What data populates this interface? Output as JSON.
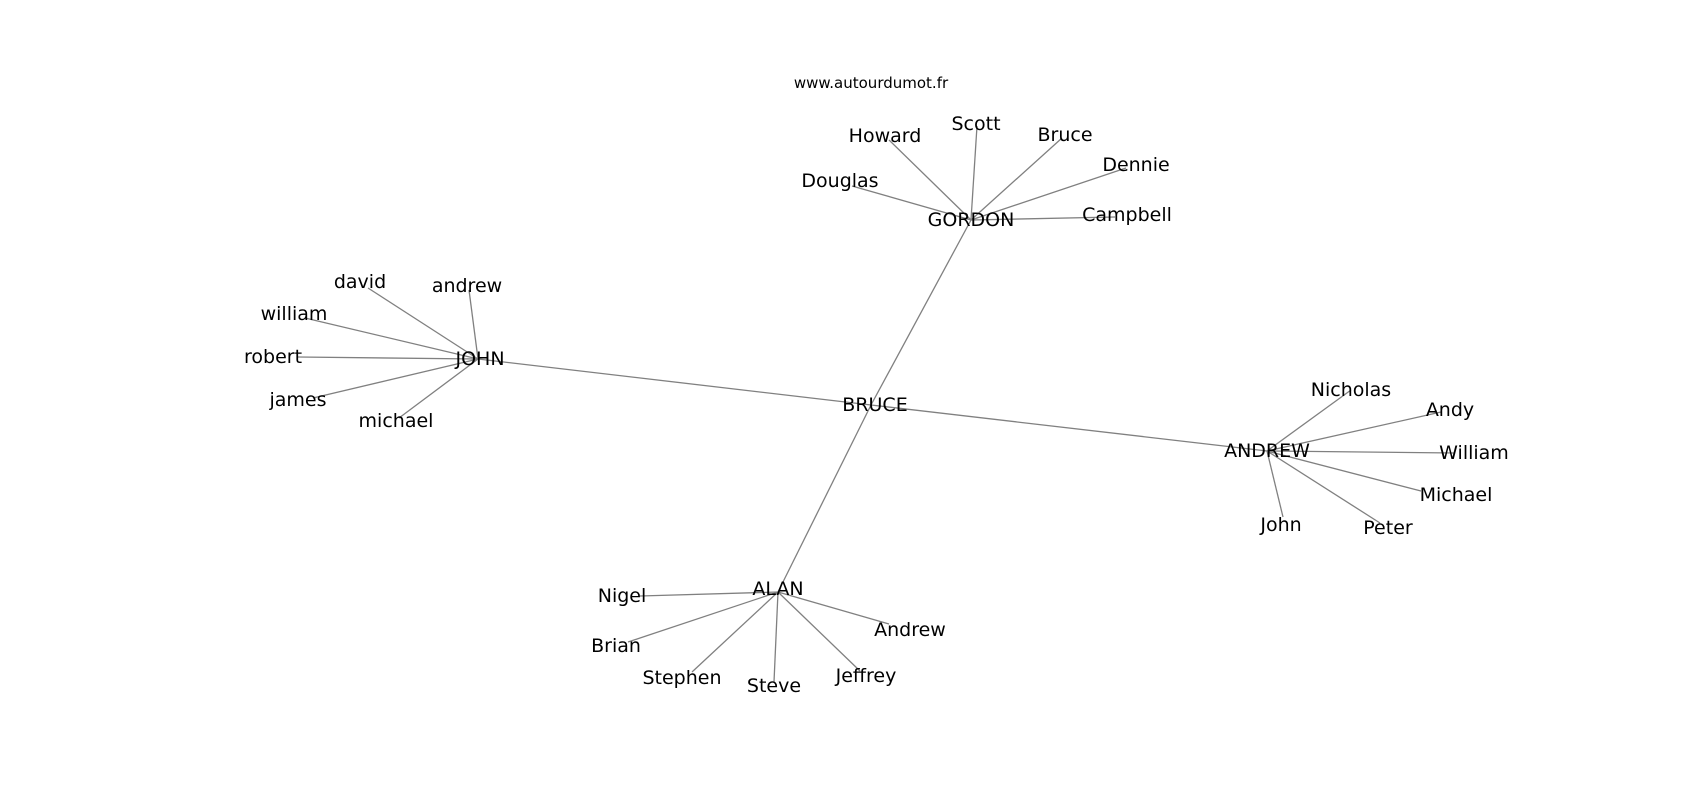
{
  "watermark": "www.autourdumot.fr",
  "edge_color": "#808080",
  "graph": {
    "center": "BRUCE",
    "hubs": [
      {
        "label": "GORDON",
        "children": [
          "Howard",
          "Scott",
          "Bruce",
          "Dennie",
          "Douglas",
          "Campbell"
        ]
      },
      {
        "label": "JOHN",
        "children": [
          "david",
          "andrew",
          "william",
          "robert",
          "james",
          "michael"
        ]
      },
      {
        "label": "ANDREW",
        "children": [
          "Nicholas",
          "Andy",
          "William",
          "Michael",
          "John",
          "Peter"
        ]
      },
      {
        "label": "ALAN",
        "children": [
          "Nigel",
          "Andrew",
          "Brian",
          "Stephen",
          "Steve",
          "Jeffrey"
        ]
      }
    ]
  }
}
